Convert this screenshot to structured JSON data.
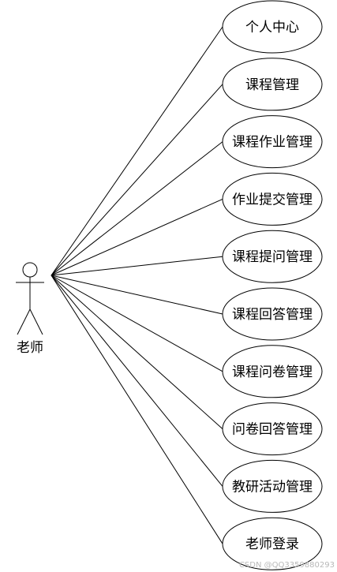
{
  "actor": {
    "label": "老师",
    "icon": "stick-figure-icon"
  },
  "use_cases": [
    {
      "label": "个人中心"
    },
    {
      "label": "课程管理"
    },
    {
      "label": "课程作业管理"
    },
    {
      "label": "作业提交管理"
    },
    {
      "label": "课程提问管理"
    },
    {
      "label": "课程回答管理"
    },
    {
      "label": "课程问卷管理"
    },
    {
      "label": "问卷回答管理"
    },
    {
      "label": "教研活动管理"
    },
    {
      "label": "老师登录"
    }
  ],
  "watermark": "CSDN @QQ3359880293",
  "colors": {
    "line": "#000000",
    "background": "#ffffff",
    "watermark": "#b8b8b8"
  }
}
